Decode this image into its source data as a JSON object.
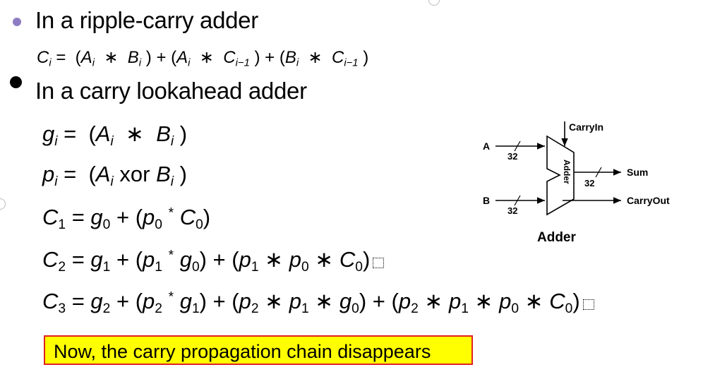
{
  "bullets": [
    {
      "text": "In a ripple-carry adder"
    },
    {
      "text": "In a carry lookahead adder"
    }
  ],
  "diagram": {
    "label_a": "A",
    "label_b": "B",
    "width_a": "32",
    "width_b": "32",
    "width_sum": "32",
    "carry_in": "CarryIn",
    "sum": "Sum",
    "carry_out": "CarryOut",
    "block_label": "Adder",
    "caption": "Adder"
  },
  "callout": {
    "text": "Now, the carry propagation chain disappears"
  }
}
